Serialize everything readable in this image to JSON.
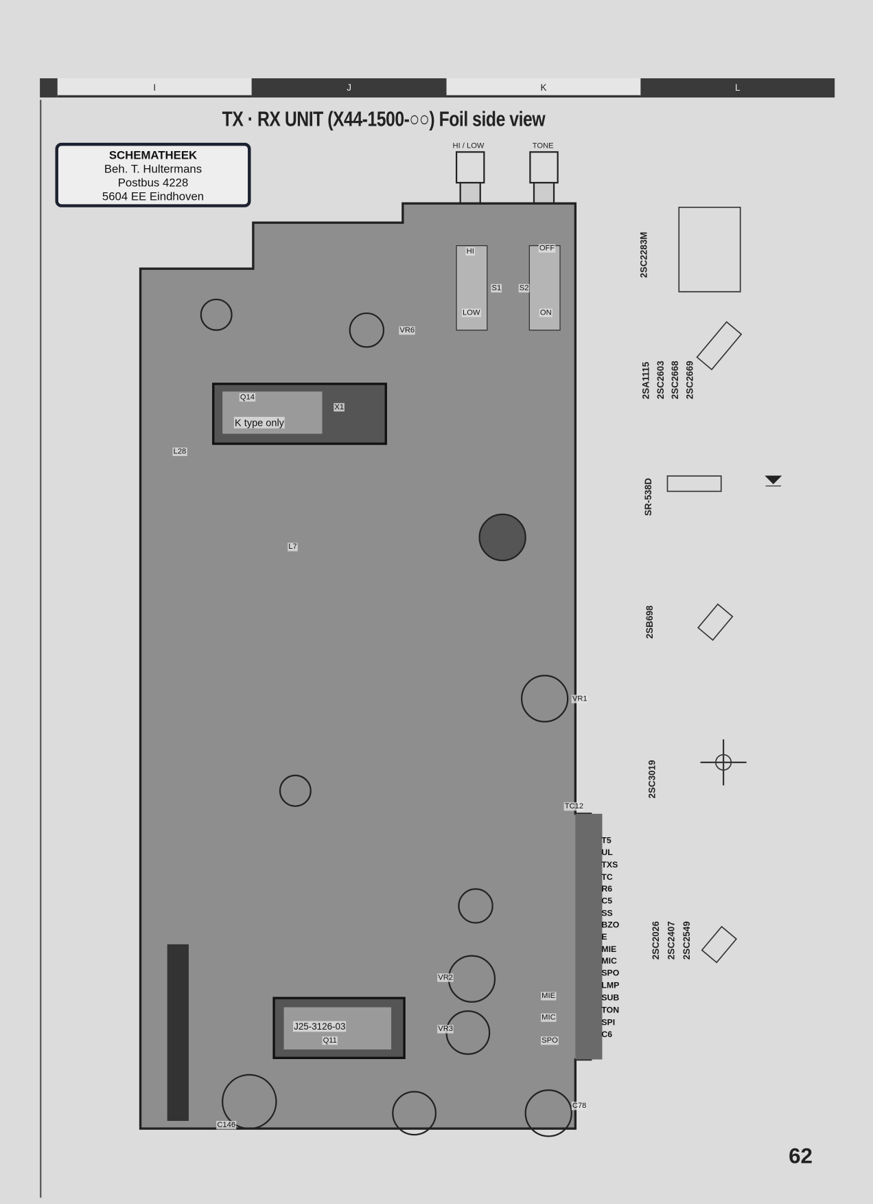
{
  "grid_columns": [
    "I",
    "J",
    "K",
    "L"
  ],
  "title": "TX · RX UNIT (X44-1500-○○) Foil side view",
  "stamp": {
    "line1": "SCHEMATHEEK",
    "line2": "Beh. T. Hultermans",
    "line3": "Postbus 4228",
    "line4": "5604 EE  Eindhoven"
  },
  "switches": {
    "hi_low": "HI / LOW",
    "tone": "TONE",
    "hi": "HI",
    "low": "LOW",
    "off": "OFF",
    "on": "ON",
    "s1": "S1",
    "s2": "S2"
  },
  "board_labels": {
    "k_type": "K type only",
    "crystal": "X1",
    "ic": "J25-3126-03",
    "ic_ref": "Q11",
    "q14": "Q14",
    "vr1": "VR1",
    "vr2": "VR2",
    "vr3": "VR3",
    "vr6": "VR6",
    "l7": "L7",
    "l28": "L28",
    "tc12": "TC12",
    "c78": "C78",
    "c146": "C146",
    "mie": "MIE",
    "mic": "MIC",
    "spo": "SPO"
  },
  "connector_pins": [
    "T5",
    "UL",
    "TXS",
    "TC",
    "R6",
    "C5",
    "SS",
    "BZO",
    "E",
    "MIE",
    "MIC",
    "SPO",
    "LMP",
    "SUB",
    "TON",
    "SPI",
    "C6"
  ],
  "parts": {
    "p1": "2SC2283M",
    "p2": [
      "2SA1115",
      "2SC2603",
      "2SC2668",
      "2SC2669"
    ],
    "p3": "SR-538D",
    "p4": "2SB698",
    "p5": "2SC3019",
    "p6": [
      "2SC2026",
      "2SC2407",
      "2SC2549"
    ]
  },
  "page_number": "62"
}
